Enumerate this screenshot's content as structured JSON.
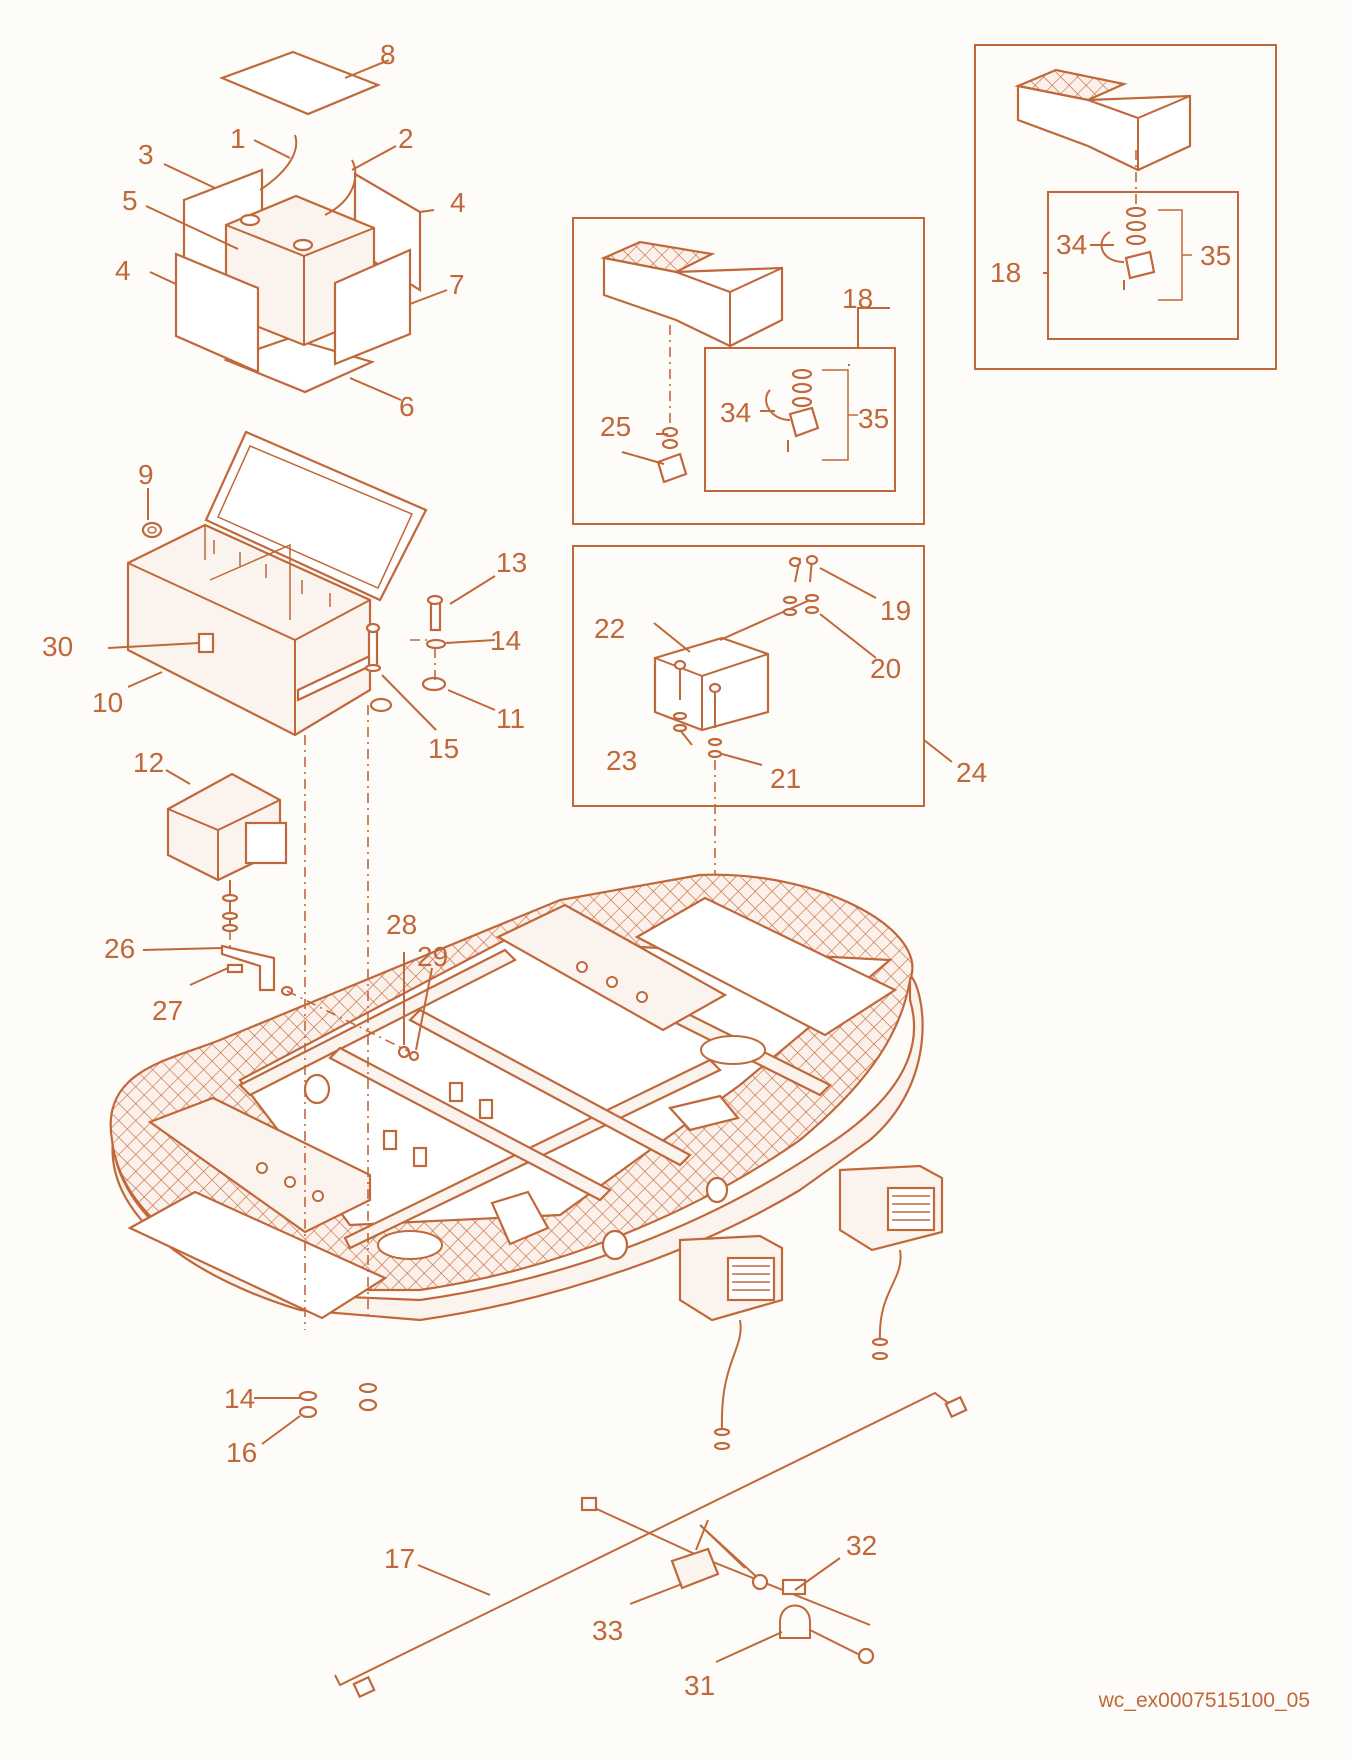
{
  "diagram": {
    "caption": "wc_ex0007515100_05",
    "colors": {
      "line": "#c0683a",
      "background": "#fefcf9"
    },
    "callouts": {
      "c1": "1",
      "c2": "2",
      "c3": "3",
      "c4a": "4",
      "c4b": "4",
      "c5": "5",
      "c6": "6",
      "c7": "7",
      "c8": "8",
      "c9": "9",
      "c10": "10",
      "c11": "11",
      "c12": "12",
      "c13": "13",
      "c14a": "14",
      "c14b": "14",
      "c15": "15",
      "c16": "16",
      "c17": "17",
      "c18a": "18",
      "c18b": "18",
      "c19": "19",
      "c20": "20",
      "c21": "21",
      "c22": "22",
      "c23": "23",
      "c24": "24",
      "c25": "25",
      "c26": "26",
      "c27": "27",
      "c28": "28",
      "c29": "29",
      "c30": "30",
      "c31": "31",
      "c32": "32",
      "c33": "33",
      "c34a": "34",
      "c34b": "34",
      "c35a": "35",
      "c35b": "35"
    }
  }
}
